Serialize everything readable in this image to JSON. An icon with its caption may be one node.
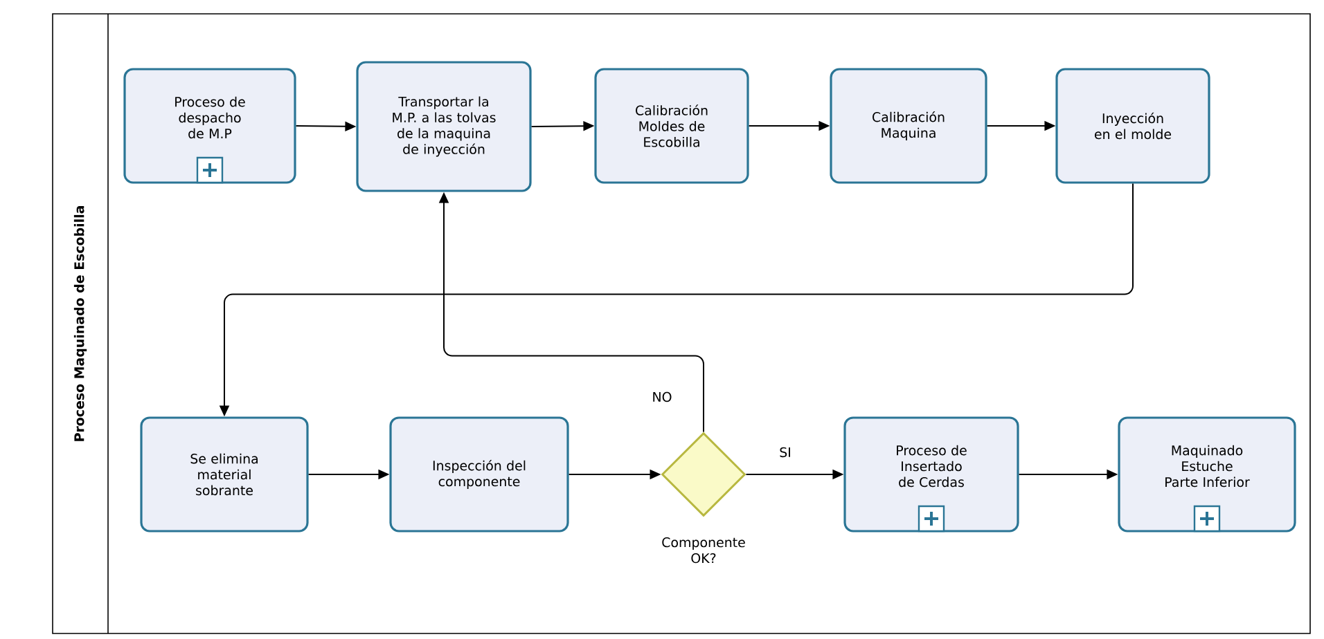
{
  "diagram": {
    "nodes": [
      {
        "text": [
          "Proceso Maquinado de Escobilla"
        ]
      },
      {
        "text": [
          "Proceso de despacho de M.P"
        ],
        "in": 0
      },
      {
        "text": [
          "Transportar la M.P. a las tolvas de la maquina de inyección"
        ],
        "in": 0
      },
      {
        "text": [
          "Calibración Moldes de Escobilla"
        ],
        "in": 0
      },
      {
        "text": [
          "Calibración Maquina"
        ],
        "in": 0
      },
      {
        "text": [
          "Inyección en el molde"
        ],
        "in": 0
      },
      {
        "text": [
          "Se elimina material sobrante"
        ],
        "in": 0
      },
      {
        "text": [
          "Inspección del componente"
        ],
        "in": 0
      },
      {
        "text": [],
        "shape": "diamond",
        "beside": [
          "Componente OK?"
        ],
        "in": 0
      },
      {
        "text": [
          "Proceso de Insertado de Cerdas"
        ],
        "in": 0
      },
      {
        "text": [
          "Maquinado Estuche Parte Inferior"
        ],
        "in": 0
      }
    ],
    "edges": [
      {
        "from": 1,
        "to": 2,
        "arrow": "to"
      },
      {
        "from": 2,
        "to": 3,
        "arrow": "to"
      },
      {
        "from": 3,
        "to": 4,
        "arrow": "to"
      },
      {
        "from": 4,
        "to": 5,
        "arrow": "to"
      },
      {
        "from": 5,
        "to": 6,
        "arrow": "to"
      },
      {
        "from": 6,
        "to": 7,
        "arrow": "to"
      },
      {
        "from": 7,
        "to": 8,
        "arrow": "to"
      },
      {
        "from": 8,
        "to": 2,
        "arrow": "to",
        "label": "NO"
      },
      {
        "from": 8,
        "to": 9,
        "arrow": "to",
        "label": "SI"
      },
      {
        "from": 9,
        "to": 10,
        "arrow": "to"
      }
    ]
  }
}
